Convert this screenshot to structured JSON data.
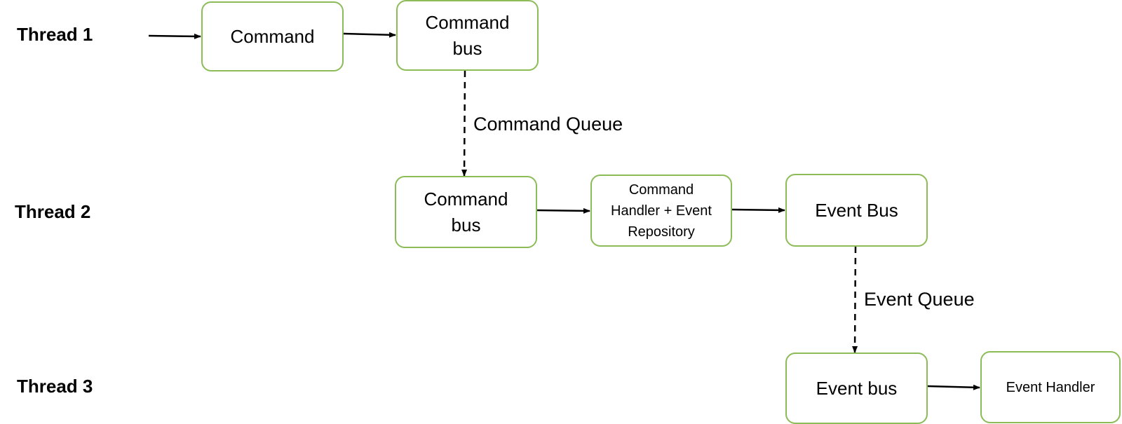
{
  "threads": [
    {
      "label": "Thread 1"
    },
    {
      "label": "Thread 2"
    },
    {
      "label": "Thread 3"
    }
  ],
  "nodes": {
    "command": "Command",
    "command_bus_1": "Command bus",
    "command_bus_2": "Command bus",
    "handler_line1": "Command",
    "handler_line2": "Handler + Event",
    "handler_line3": "Repository",
    "event_bus_main": "Event Bus",
    "event_bus_2": "Event bus",
    "event_handler": "Event Handler"
  },
  "queues": {
    "command_queue": "Command Queue",
    "event_queue": "Event Queue"
  },
  "colors": {
    "node_border": "#8cbc58",
    "edge": "#000000"
  }
}
